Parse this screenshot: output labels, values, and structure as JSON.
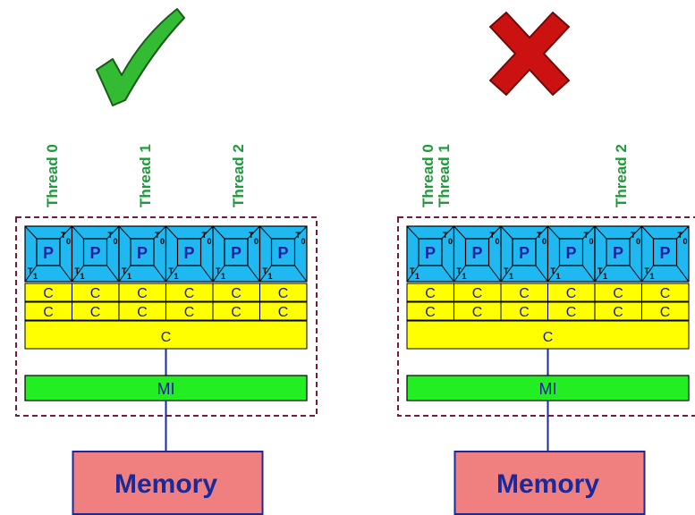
{
  "colors": {
    "core": "#20b8f0",
    "cache": "#ffff00",
    "mi": "#22ee22",
    "memory": "#f08080",
    "border": "#1a2a9a",
    "chip_border": "#7a1a3a",
    "thread_text": "#1f9a3a",
    "check": "#33bb33",
    "cross": "#cc1111"
  },
  "icons": {
    "left": "check-icon",
    "right": "cross-icon"
  },
  "panels": [
    {
      "name": "left",
      "thread_labels": [
        "Thread 0",
        "Thread 1",
        "Thread 2"
      ],
      "core_label": "P",
      "core_sub_top": "T",
      "core_sub_top_idx": "0",
      "core_sub_bottom": "T",
      "core_sub_bottom_idx": "1",
      "cache_l1": "C",
      "cache_l2": "C",
      "shared_cache": "C",
      "mi_label": "MI",
      "memory_label": "Memory"
    },
    {
      "name": "right",
      "thread_labels": [
        "Thread 0",
        "Thread 1",
        "Thread 2"
      ],
      "core_label": "P",
      "core_sub_top": "T",
      "core_sub_top_idx": "0",
      "core_sub_bottom": "T",
      "core_sub_bottom_idx": "1",
      "cache_l1": "C",
      "cache_l2": "C",
      "shared_cache": "C",
      "mi_label": "MI",
      "memory_label": "Memory"
    }
  ]
}
